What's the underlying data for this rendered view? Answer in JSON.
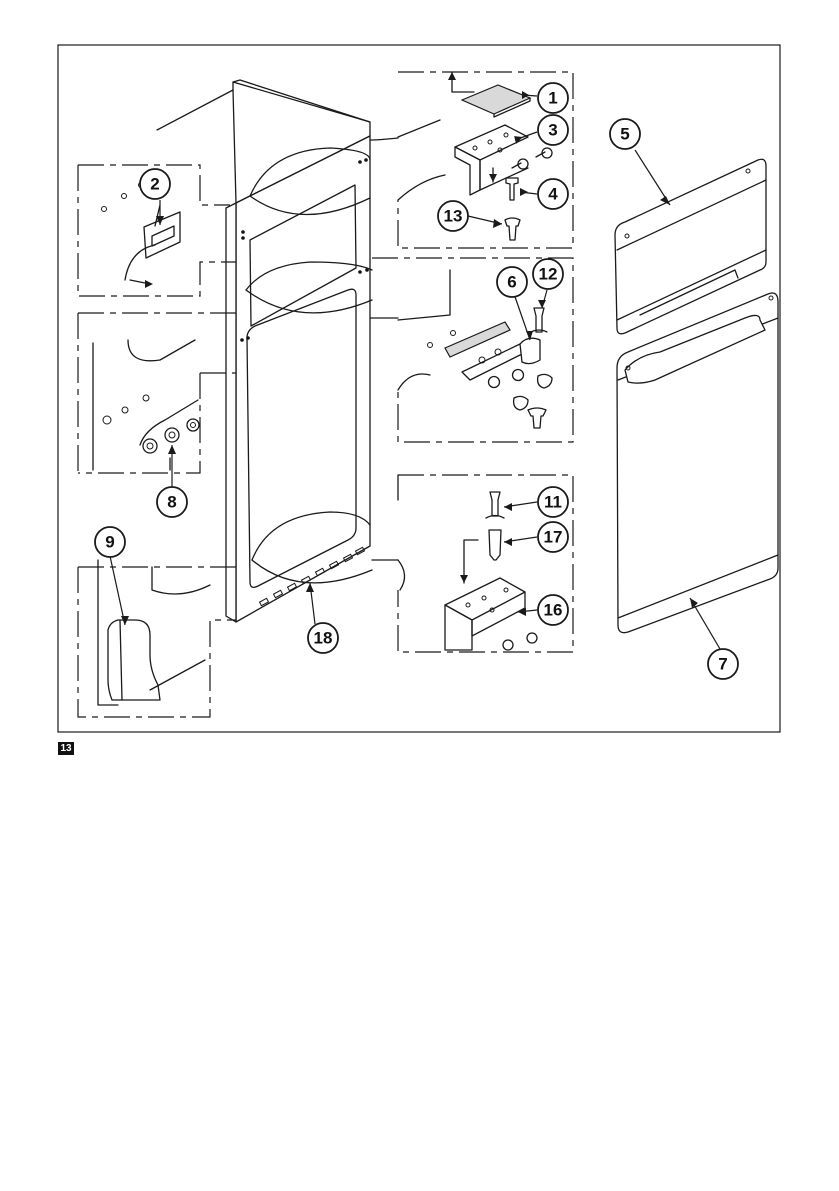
{
  "figure": {
    "number": "13",
    "callouts": {
      "c1": "1",
      "c2": "2",
      "c3": "3",
      "c4": "4",
      "c5": "5",
      "c6": "6",
      "c7": "7",
      "c8": "8",
      "c9": "9",
      "c11": "11",
      "c12": "12",
      "c13": "13",
      "c16": "16",
      "c17": "17",
      "c18": "18"
    }
  }
}
